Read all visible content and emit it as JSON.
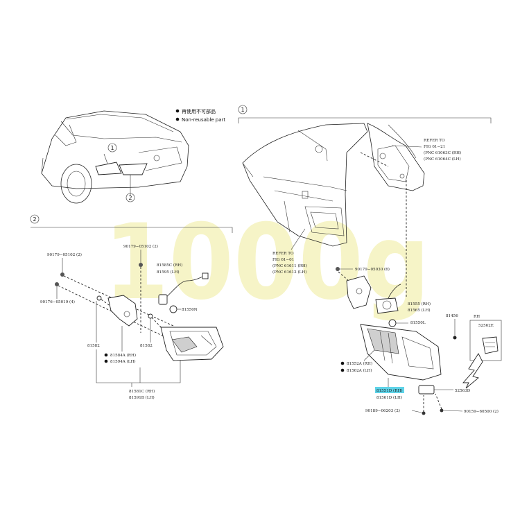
{
  "legend": {
    "non_reusable_cn": "再使用不可部品",
    "non_reusable_en": "Non-reusable part"
  },
  "watermark": "1000g",
  "circles": {
    "one": "1",
    "two": "2"
  },
  "left_labels": {
    "p90179_05102_a": "90179−05102 (2)",
    "p90179_05102_b": "90179−05102 (2)",
    "p90176_05019": "90176−05019 (4)",
    "p81585c": "81585C (RH)",
    "p81595": "81595 (LH)",
    "p81550n": "81550N",
    "p81582_a": "81582",
    "p81582_b": "81582",
    "p81584a": "81584A (RH)",
    "p81594a": "81594A (LH)",
    "p81581c": "81581C (RH)",
    "p81591b": "81591B (LH)"
  },
  "right_labels": {
    "refer1_a": "REFER  TO",
    "refer1_b": "FIG  61−21",
    "refer1_c": "(PNC  61063C (RH)",
    "refer1_d": "(PNC  61064C (LH)",
    "refer2_a": "REFER  TO",
    "refer2_b": "FIG  61−01",
    "refer2_c": "(PNC  61611 (RH)",
    "refer2_d": "(PNC  61612 (LH)",
    "p90179_05030": "90179−05030 (6)",
    "p81555": "81555 (RH)",
    "p81565": "81565 (LH)",
    "p81456": "81456",
    "p81550l": "81550L",
    "rh": "RH",
    "p52562e": "52562E",
    "p81552a": "81552A (RH)",
    "p81562a": "81562A (LH)",
    "p52563d": "52563D",
    "p81551d": "81551D (RH)",
    "p81561d": "81561D (LH)",
    "p90189_06203": "90189−06203 (2)",
    "p90159_60500": "90159−60500 (2)"
  }
}
